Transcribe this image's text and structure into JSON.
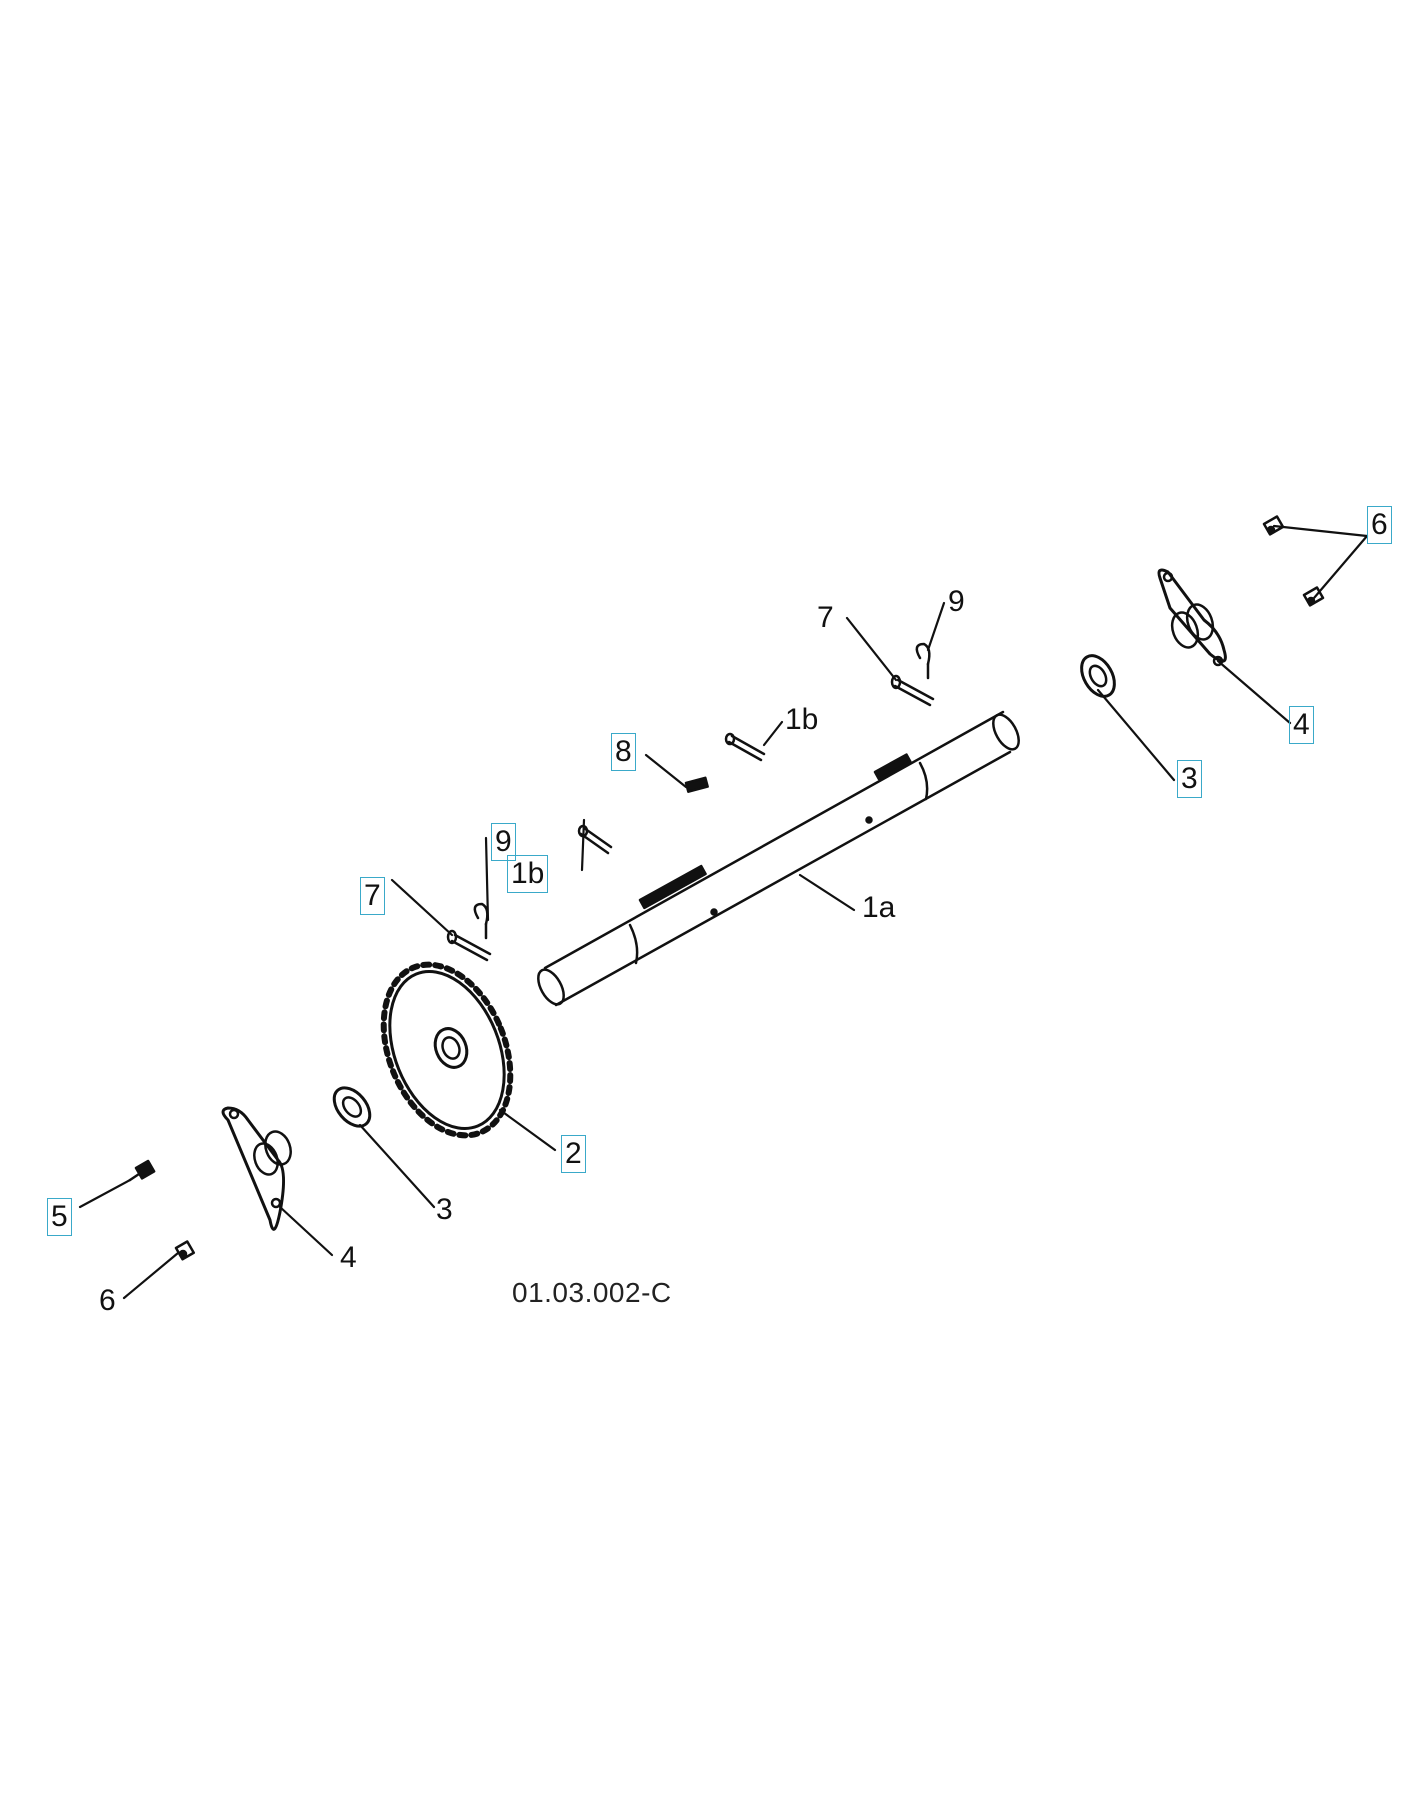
{
  "diagram": {
    "reference_code": "01.03.002-C",
    "callouts": {
      "c6_top": "6",
      "c9_top": "9",
      "c7_top": "7",
      "c4_right": "4",
      "c3_right": "3",
      "c1b_top": "1b",
      "c8": "8",
      "c9_left": "9",
      "c1b_left": "1b",
      "c7_left": "7",
      "c1a": "1a",
      "c2": "2",
      "c3_left": "3",
      "c5": "5",
      "c4_left": "4",
      "c6_left": "6"
    }
  }
}
